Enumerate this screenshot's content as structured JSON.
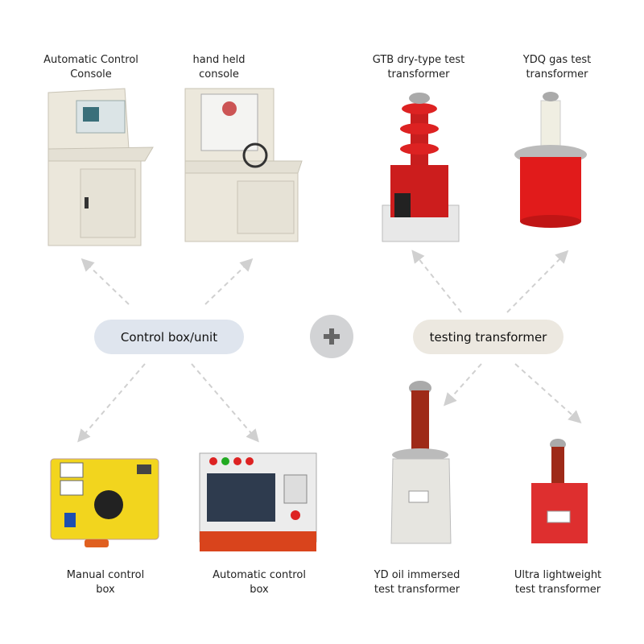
{
  "center": {
    "left_pill": "Control box/unit",
    "right_pill": "testing transformer",
    "plus_icon": "plus-icon",
    "left_pill_color": "#dfe5ee",
    "right_pill_color": "#ece8e0"
  },
  "products": {
    "top": [
      {
        "label": "Automatic Control\nConsole"
      },
      {
        "label": "hand held\nconsole"
      },
      {
        "label": "GTB dry-type test\ntransformer"
      },
      {
        "label": "YDQ gas test\ntransformer"
      }
    ],
    "bottom": [
      {
        "label": "Manual control\nbox"
      },
      {
        "label": "Automatic control\nbox"
      },
      {
        "label": "YD oil immersed\ntest transformer"
      },
      {
        "label": "Ultra lightweight\ntest transformer"
      }
    ]
  }
}
